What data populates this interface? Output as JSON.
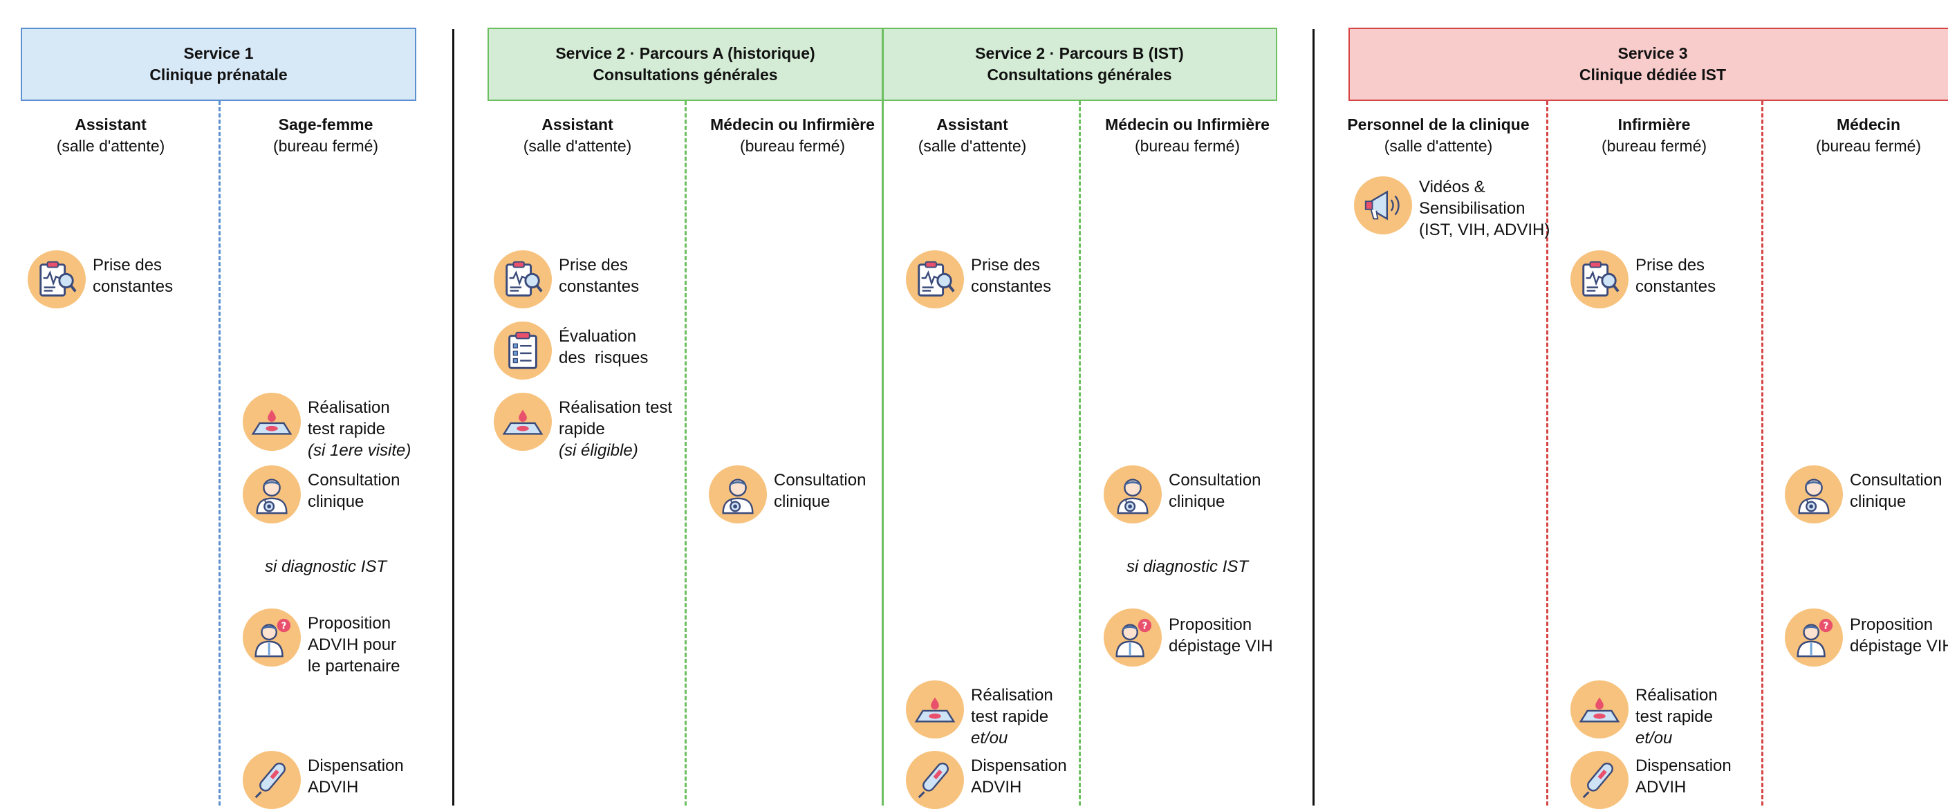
{
  "services": {
    "s1": {
      "title": "Service 1",
      "subtitle": "Clinique prénatale"
    },
    "s2a": {
      "title": "Service 2 · Parcours A (historique)",
      "subtitle": "Consultations générales"
    },
    "s2b": {
      "title": "Service 2 · Parcours B (IST)",
      "subtitle": "Consultations générales"
    },
    "s3": {
      "title": "Service 3",
      "subtitle": "Clinique dédiée IST"
    }
  },
  "columns": {
    "s1_assistant": {
      "title": "Assistant",
      "sub": "(salle d'attente)"
    },
    "s1_sagefemme": {
      "title": "Sage-femme",
      "sub": "(bureau fermé)"
    },
    "s2a_assistant": {
      "title": "Assistant",
      "sub": "(salle d'attente)"
    },
    "s2a_medecin": {
      "title": "Médecin ou Infirmière",
      "sub": "(bureau fermé)"
    },
    "s2b_assistant": {
      "title": "Assistant",
      "sub": "(salle d'attente)"
    },
    "s2b_medecin": {
      "title": "Médecin ou Infirmière",
      "sub": "(bureau fermé)"
    },
    "s3_personnel": {
      "title": "Personnel de la clinique",
      "sub": "(salle d'attente)"
    },
    "s3_infirmiere": {
      "title": "Infirmière",
      "sub": "(bureau fermé)"
    },
    "s3_medecin": {
      "title": "Médecin",
      "sub": "(bureau fermé)"
    }
  },
  "labels": {
    "prise_constantes": [
      "Prise des",
      "constantes"
    ],
    "evaluation_risques": [
      "Évaluation",
      "des  risques"
    ],
    "test_rapide_1ere": [
      "Réalisation",
      "test rapide"
    ],
    "test_rapide_1ere_note": "(si 1ere visite)",
    "test_rapide_eligible": [
      "Réalisation test",
      "rapide"
    ],
    "test_rapide_eligible_note": "(si éligible)",
    "consultation": [
      "Consultation",
      "clinique"
    ],
    "si_diagnostic": "si diagnostic IST",
    "proposition_advih": [
      "Proposition",
      "ADVIH pour",
      "le partenaire"
    ],
    "proposition_vih": [
      "Proposition",
      "dépistage VIH"
    ],
    "dispensation": [
      "Dispensation",
      "ADVIH"
    ],
    "test_rapide": [
      "Réalisation",
      "test rapide"
    ],
    "et_ou": "et/ou",
    "videos": [
      "Vidéos &",
      "Sensibilisation",
      "(IST, VIH, ADVIH)"
    ]
  },
  "icons": {
    "vitals": "vitals-clipboard-icon",
    "checklist": "checklist-clipboard-icon",
    "test": "rapid-test-icon",
    "doctor": "doctor-icon",
    "doctor_question": "doctor-question-icon",
    "selftest": "self-test-device-icon",
    "megaphone": "megaphone-icon"
  },
  "colors": {
    "icon_bg": "#f7c27d",
    "s1": "#5b8fd0",
    "s2": "#6cbf5e",
    "s3": "#d64545"
  }
}
